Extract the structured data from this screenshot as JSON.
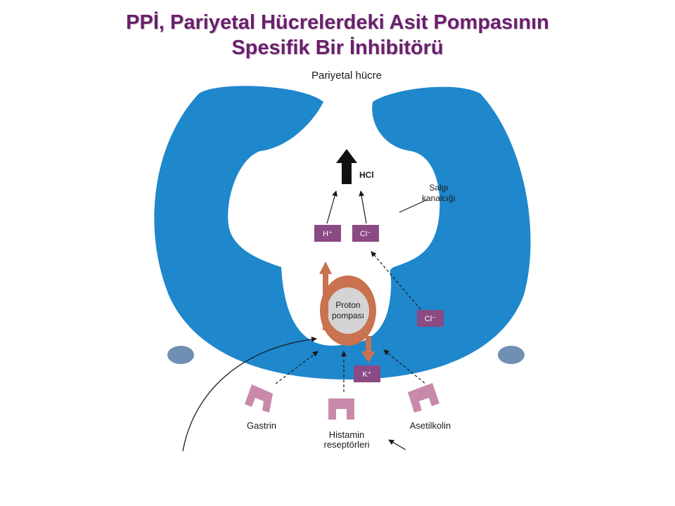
{
  "title": {
    "line1": "PPİ, Pariyetal Hücrelerdeki Asit Pompasının",
    "line2": "Spesifik Bir İnhibitörü"
  },
  "diagram": {
    "cell_label": "Pariyetal hücre",
    "hcl_label": "HCl",
    "canal_label_line1": "Salgı",
    "canal_label_line2": "kanalcığı",
    "ion_h": "H⁺",
    "ion_cl_top": "Cl⁻",
    "ion_cl_right": "Cl⁻",
    "ion_k": "K⁺",
    "pump_label_line1": "Proton",
    "pump_label_line2": "pompası",
    "receptor_gastrin": "Gastrin",
    "receptor_histamine_line1": "Histamin",
    "receptor_histamine_line2": "reseptörleri",
    "receptor_acetylcholine": "Asetilkolin"
  },
  "colors": {
    "cell_blue": "#1f87cc",
    "ion_box": "#8a4a84",
    "pump_ring": "#c8724f",
    "pump_core": "#d4d4d4",
    "receptor_pink": "#c889aa",
    "blob_grey": "#6f8fb3",
    "title": "#6b1f6e"
  }
}
